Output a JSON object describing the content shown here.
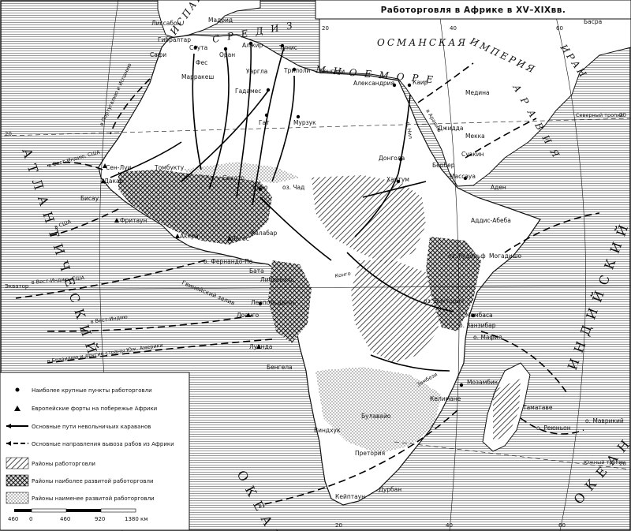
{
  "title": "Работорговля в Африке в XV–XIXвв.",
  "coordinates": {
    "lat": [
      "20",
      "20",
      "Экватор",
      "20"
    ],
    "lon": [
      "20",
      "40",
      "60",
      "20",
      "40",
      "60"
    ],
    "tropics": [
      "Северный тропик",
      "Южный тропик"
    ]
  },
  "water_labels": {
    "atlantic": [
      "А Т Л А Н Т И Ч Е С К И Й",
      "О К Е А Н"
    ],
    "mediterranean": [
      "С Р Е Д И З",
      "М Н О Е  М О Р Е"
    ],
    "indian": [
      "И Н Д И Й С К И Й",
      "О К Е А Н"
    ],
    "gulf": "Гвинейский залив"
  },
  "regions": [
    "ИСПАНИЯ",
    "ОСМАНСКАЯ",
    "ИМПЕРИЯ",
    "А Р А В И Я",
    "ИРАН"
  ],
  "cities": {
    "madrid": "Мадрид",
    "lisbon": "Лиссабон",
    "gibraltar": "Гибралтар",
    "ceuta": "Сеута",
    "oran": "Оран",
    "algiers": "Алжир",
    "tunis": "Тунис",
    "fez": "Фес",
    "marrakesh": "Марракеш",
    "safi": "Сафи",
    "ouargla": "Уаргла",
    "tripoli": "Триполи",
    "ghadames": "Гадамес",
    "ghat": "Гат",
    "murzuk": "Мурзук",
    "benghazi": "Бенгази",
    "alexandria": "Александрия",
    "cairo": "Каир",
    "timbuktu": "Томбукту",
    "saint_louis": "Сен-Луи",
    "dakar": "Дакар",
    "bissau": "Бисау",
    "freetown": "Фритаун",
    "accra": "Аккра",
    "lagos": "Лагос",
    "calabar": "Калабар",
    "fernando_po": "о. Фернандо-По",
    "bata": "Бата",
    "libreville": "Либревиль",
    "leopoldville": "Леопольдвиль",
    "loango": "Лоанго",
    "luanda": "Луанда",
    "benguela": "Бенгела",
    "kano": "Кано",
    "sokoto": "Сокото",
    "lake_chad": "оз. Чад",
    "dongola": "Донгола",
    "khartoum": "Хартум",
    "berber": "Бербер",
    "suakin": "Суакин",
    "massawa": "Массауа",
    "aden": "Аден",
    "addis_ababa": "Аддис-Абеба",
    "lake_rudolf": "оз. Рудольф",
    "mogadishu": "Могадишо",
    "lake_victoria": "оз. Виктория",
    "mombasa": "Момбаса",
    "zanzibar": "о. Занзибар",
    "mafia": "о. Мафия",
    "mozambique": "Мозамбик",
    "kelimane": "Келимане",
    "tamatave": "Таматаве",
    "mauritius": "о. Маврикий",
    "reunion": "о. Реюньон",
    "bulawayo": "Булавайо",
    "windhoek": "Виндхук",
    "pretoria": "Претория",
    "durban": "Дурбан",
    "capetown": "Кейптаун",
    "jedda": "Джидда",
    "medina": "Медина",
    "mecca": "Мекка",
    "basra": "Басра"
  },
  "route_labels": {
    "usa_west_indies_1": "в Вест-Индию, США",
    "usa_2": "в США",
    "west_indies_eq": "в Вест-Индию, США",
    "west_indies_3": "в Вест-Индию",
    "brazil": "в Бразилию и другие страны Юж. Америки",
    "portugal_spain": "в Португалию и Испанию",
    "nile": "р. Нил",
    "red_sea": "в Аравию",
    "congo": "Конго",
    "zambezi": "Замбези"
  },
  "legend": {
    "items": [
      "Наиболее крупные пункты работорговли",
      "Европейские форты на побережье Африки",
      "Основные пути невольничьих караванов",
      "Основные направления вывоза рабов из Африки",
      "Районы работорговли",
      "Районы наиболее развитой работорговли",
      "Районы наименее развитой работорговли"
    ]
  },
  "scale": {
    "ticks": [
      "460",
      "0",
      "460",
      "920",
      "1380 км"
    ]
  }
}
